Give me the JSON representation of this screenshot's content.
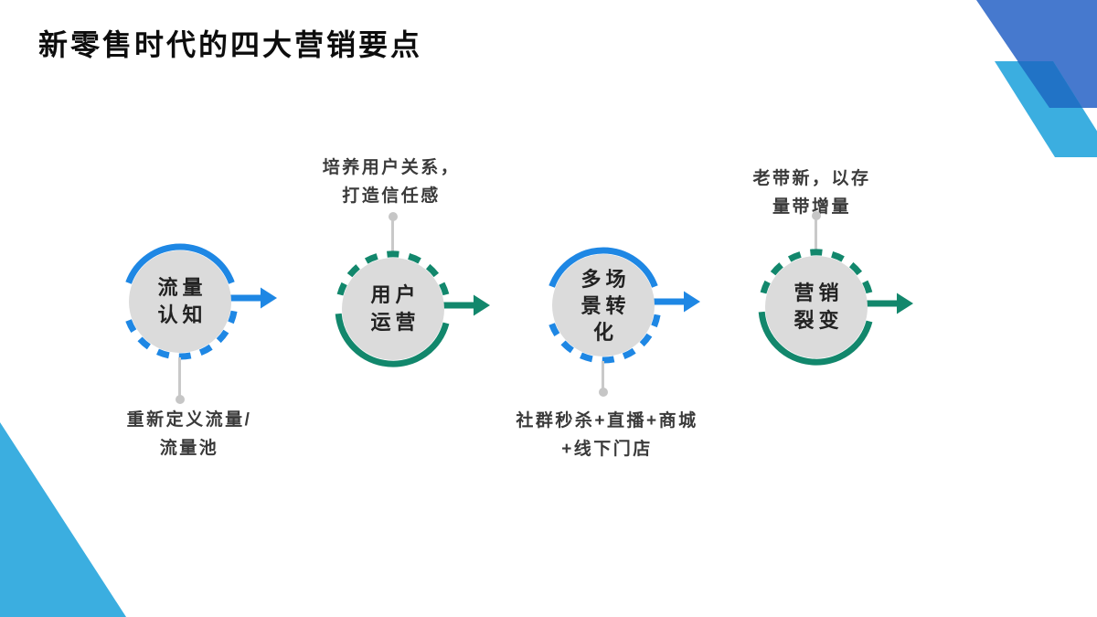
{
  "slide": {
    "title": "新零售时代的四大营销要点",
    "steps": [
      {
        "name": "traffic-cognition",
        "accent": "blue",
        "label_lines": [
          "流量",
          "认知"
        ],
        "annotation": {
          "position": "below",
          "lines": [
            "重新定义流量/",
            "流量池"
          ]
        }
      },
      {
        "name": "user-operation",
        "accent": "teal",
        "label_lines": [
          "用户",
          "运营"
        ],
        "annotation": {
          "position": "above",
          "lines": [
            "培养用户关系，",
            "打造信任感"
          ]
        }
      },
      {
        "name": "multi-scene-conversion",
        "accent": "blue",
        "label_lines": [
          "多场",
          "景转",
          "化"
        ],
        "annotation": {
          "position": "below",
          "lines": [
            "社群秒杀+直播+商城",
            "+线下门店"
          ]
        }
      },
      {
        "name": "marketing-fission",
        "accent": "teal",
        "label_lines": [
          "营销",
          "裂变"
        ],
        "annotation": {
          "position": "above",
          "lines": [
            "老带新，以存",
            "量带增量"
          ]
        }
      }
    ],
    "colors": {
      "accent_blue": "#1E87E4",
      "accent_teal": "#12876C",
      "circle_fill": "#DBDBDB",
      "connector_gray": "#C9C9C9",
      "deco_light_blue": "#3BAEE0",
      "deco_medium_blue": "#4679CE",
      "deco_overlap_blue": "#2173C6",
      "title_text": "#0D0D0D",
      "label_text": "#222222",
      "annotation_text": "#3A3A3A"
    }
  }
}
